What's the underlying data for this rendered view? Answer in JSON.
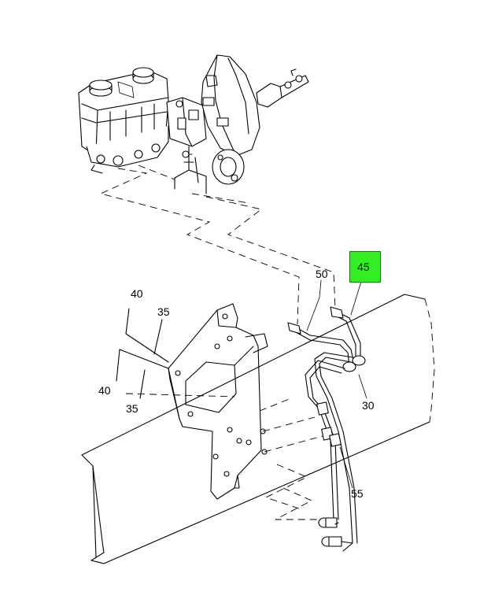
{
  "highlight_color": "#33ee22",
  "callouts": {
    "c45": "45",
    "c50": "50",
    "c40_top": "40",
    "c35_top": "35",
    "c40_bottom": "40",
    "c35_bottom": "35",
    "c30": "30",
    "c55": "55"
  }
}
